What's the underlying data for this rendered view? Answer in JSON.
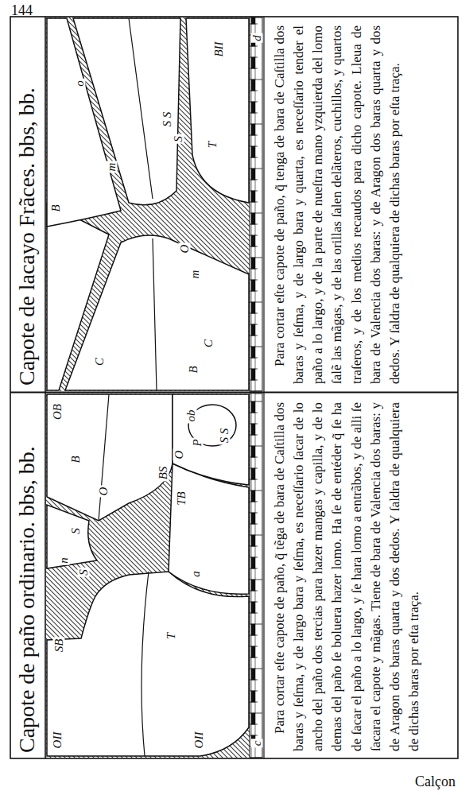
{
  "diagram": {
    "nodes": [
      {
        "text": [
          "Capote de paño ordinario. bbs, bb.",
          "Para cortar eſte capote de paño, q̃ tẽga de bara de Caſtilla dos baras y ſeſma, y de largo bara y ſeſma, es neceſſario ſacar de lo ancho del paño dos tercias para hazer mangas y capilla, y de lo demas del paño ſe boluera hazer lomo. Ha ſe de entéder q̃ ſe ha de ſacar el paño a lo largo, y ſe hara lomo a entrãbos, y de alli ſe ſacara el capote y mãgas. Tiene de bara de Valencia dos baras: y de Aragon dos baras quarta y dos dedos. Y ſaldra de qualquiera de dichas baras por eſta traça."
        ]
      },
      {
        "text": [
          "Capote de lacayo Frãces. bbs, bb.",
          "Para cortar eſte capote de paño, q̃ tenga de bara de Caſtilla dos baras y ſeſma, y de largo bara y quarta, es neceſſario tender el paño a lo largo, y de la parte de nueſtra mano yzquierda del lomo ſalẽ las mãgas, y de las orillas ſalen delãteros, cuchillos, y quartos traſeros, y de los medios recaudos para dicho capote. Lleua de bara de Valencia dos baras: y de Aragon dos baras quarta y dos dedos. Y ſaldra de qualquiera de dichas baras por eſta traça."
        ]
      }
    ],
    "labels": [
      "144",
      "OII",
      "SB",
      "n",
      "S",
      "S",
      "O",
      "B",
      "OB",
      "BS",
      "T",
      "TB",
      "a",
      "OII",
      "O",
      "P",
      "ob",
      "S S",
      "c",
      "B",
      "o",
      "C",
      "m",
      "S S",
      "S",
      "m",
      "O",
      "C",
      "B",
      "T",
      "BII",
      "d",
      "Calçon"
    ]
  }
}
